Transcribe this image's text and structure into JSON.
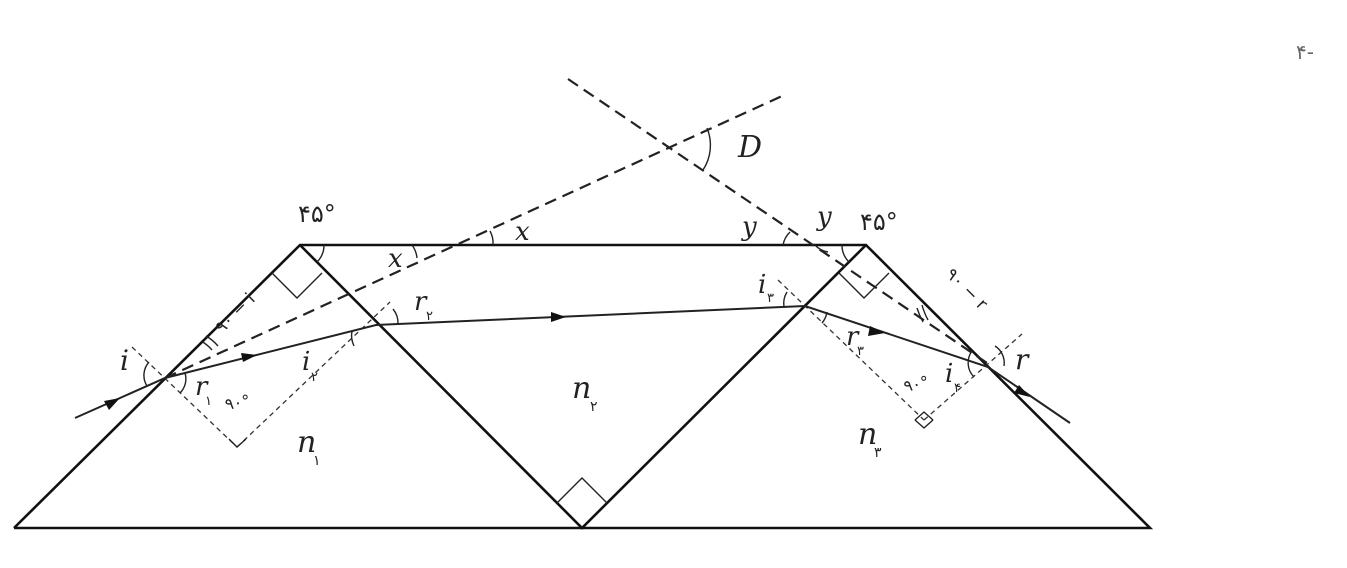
{
  "question_number": "-۴",
  "labels": {
    "angle_top_left": "۴۵°",
    "angle_top_right": "۴۵°",
    "deviation": "D",
    "x": "x",
    "y": "y",
    "incidence": "i",
    "refraction_exit": "r",
    "r1": "r",
    "r1_sub": "۱",
    "r2": "r",
    "r2_sub": "۲",
    "r3": "r",
    "r3_sub": "۳",
    "i2": "i",
    "i2_sub": "۲",
    "i3": "i",
    "i3_sub": "۳",
    "i4": "i",
    "i4_sub": "۴",
    "n1": "n",
    "n1_sub": "۱",
    "n2": "n",
    "n2_sub": "۲",
    "n3": "n",
    "n3_sub": "۳",
    "ninety_minus_i": "۹۰ − i",
    "ninety_minus_r": "۹۰ − r",
    "ninety_left": "۹۰°",
    "ninety_right": "۹۰°"
  }
}
